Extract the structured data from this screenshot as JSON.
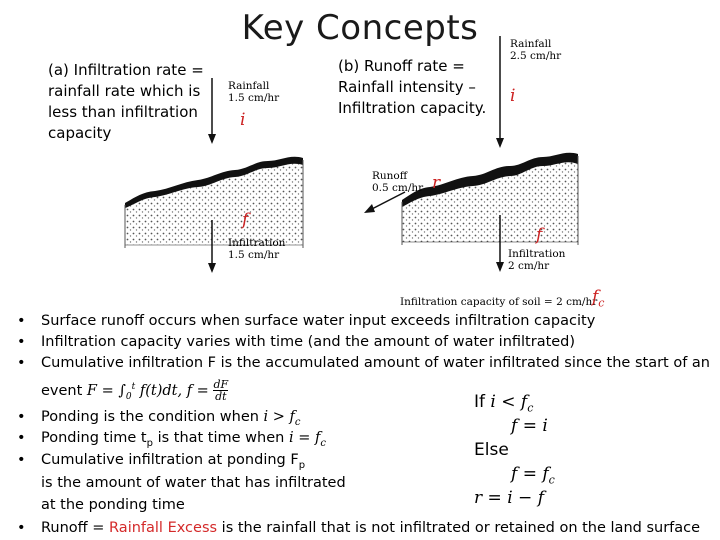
{
  "title": "Key Concepts",
  "caption_a": "(a) Infiltration rate = rainfall rate which is less than infiltration capacity",
  "caption_b": "(b) Runoff rate = Rainfall intensity – Infiltration capacity.",
  "figure_a": {
    "rain_label_1": "Rainfall",
    "rain_label_2": "1.5 cm/hr",
    "rain_symbol": "i",
    "infil_symbol": "f",
    "infil_label_1": "Infiltration",
    "infil_label_2": "1.5 cm/hr"
  },
  "figure_b": {
    "rain_label_1": "Rainfall",
    "rain_label_2": "2.5 cm/hr",
    "rain_symbol": "i",
    "runoff_label_1": "Runoff",
    "runoff_label_2": "0.5 cm/hr",
    "runoff_symbol": "r",
    "infil_symbol": "f",
    "infil_label_1": "Infiltration",
    "infil_label_2": "2 cm/hr",
    "capacity_label": "Infiltration capacity of soil = 2 cm/hr",
    "capacity_symbol": "f",
    "capacity_subscript": "c"
  },
  "bullets": {
    "b1": "Surface runoff occurs when surface water input exceeds infiltration capacity",
    "b2": "Infiltration capacity varies with time (and the amount of water infiltrated)",
    "b3_line1": "Cumulative infiltration F is the accumulated amount of water infiltrated since the start of an",
    "b3_line2_prefix": "event",
    "b4_prefix": "Ponding is the condition when",
    "b5_prefix": "Ponding time",
    "b5_middle": "is that time when",
    "b6_line1": "Cumulative infiltration at ponding",
    "b6_line2": "is the amount of water that has infiltrated",
    "b6_line3": "at the ponding time",
    "b7_prefix": "Runoff =",
    "b7_highlight": "Rainfall Excess",
    "b7_suffix": "is the rainfall that is not infiltrated or retained on the land surface",
    "bullet_char": "•"
  },
  "conditions": {
    "if_word": "If",
    "else_word": "Else"
  },
  "colors": {
    "highlight": "#d42a2a",
    "symbol": "#cc2222"
  }
}
